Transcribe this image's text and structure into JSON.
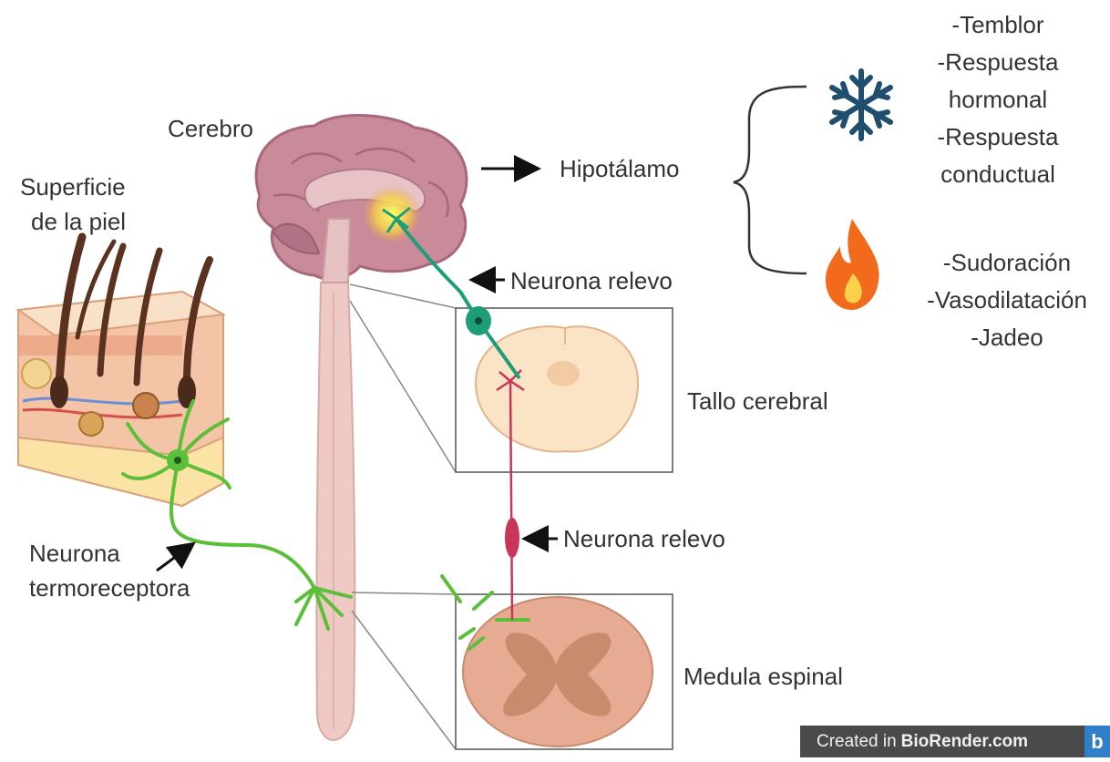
{
  "labels": {
    "cerebro": "Cerebro",
    "superficie_line1": "Superficie",
    "superficie_line2": "de la piel",
    "hipotalamo": "Hipotálamo",
    "neurona_relevo_top": "Neurona relevo",
    "tallo_cerebral": "Tallo cerebral",
    "neurona_relevo_bottom": "Neurona relevo",
    "neurona_termo_line1": "Neurona",
    "neurona_termo_line2": "termoreceptora",
    "medula_espinal": "Medula espinal"
  },
  "cold_responses": [
    "-Temblor",
    "-Respuesta",
    "hormonal",
    "-Respuesta",
    "conductual"
  ],
  "heat_responses": [
    "-Sudoración",
    "-Vasodilatación",
    "-Jadeo"
  ],
  "icons": {
    "cold": "snowflake-icon",
    "heat": "flame-icon"
  },
  "watermark": {
    "prefix": "Created in",
    "brand": "BioRender.com",
    "logo_letter": "b"
  },
  "colors": {
    "text": "#333333",
    "sensory_neuron": "#5cbf3a",
    "relay_neuron_upper": "#1e9e78",
    "relay_neuron_lower": "#c8365a",
    "snowflake": "#1f4e6e",
    "flame": "#f26b1d",
    "brain": "#c98a9a",
    "spinal_cord": "#efc9c4"
  }
}
